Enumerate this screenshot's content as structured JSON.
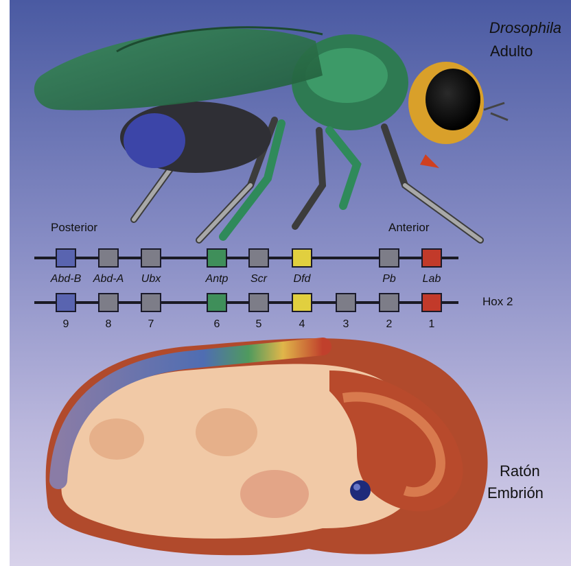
{
  "fly": {
    "species": "Drosophila",
    "stage": "Adulto"
  },
  "mouse": {
    "species": "Ratón",
    "stage": "Embrión"
  },
  "axis": {
    "posterior": "Posterior",
    "anterior": "Anterior"
  },
  "drosophila_genes": [
    {
      "name": "Abd-B",
      "color": "#5964b0"
    },
    {
      "name": "Abd-A",
      "color": "#7d7d88"
    },
    {
      "name": "Ubx",
      "color": "#7d7d88"
    },
    {
      "name": "Antp",
      "color": "#3f8f5a"
    },
    {
      "name": "Scr",
      "color": "#7d7d88"
    },
    {
      "name": "Dfd",
      "color": "#e1cf3f"
    },
    {
      "name": "Pb",
      "color": "#7d7d88"
    },
    {
      "name": "Lab",
      "color": "#c23a2a"
    }
  ],
  "hox2": {
    "label": "Hox 2",
    "genes": [
      {
        "number": "9",
        "color": "#5964b0"
      },
      {
        "number": "8",
        "color": "#7d7d88"
      },
      {
        "number": "7",
        "color": "#7d7d88"
      },
      {
        "number": "6",
        "color": "#3f8f5a"
      },
      {
        "number": "5",
        "color": "#7d7d88"
      },
      {
        "number": "4",
        "color": "#e1cf3f"
      },
      {
        "number": "3",
        "color": "#7d7d88"
      },
      {
        "number": "2",
        "color": "#7d7d88"
      },
      {
        "number": "1",
        "color": "#c23a2a"
      }
    ]
  }
}
